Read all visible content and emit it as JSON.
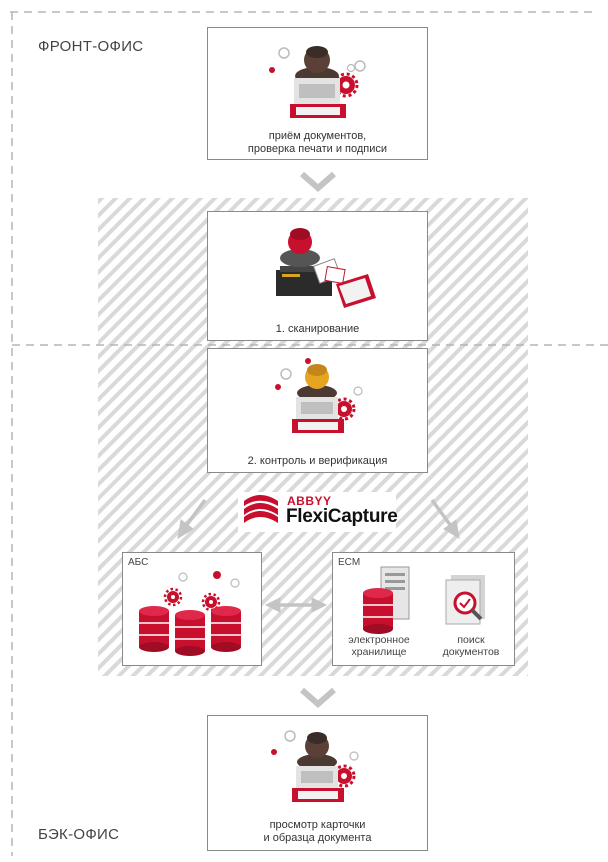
{
  "zones": {
    "front_office": "ФРОНТ-ОФИС",
    "back_office": "БЭК-ОФИС"
  },
  "steps": {
    "reception": "приём документов,\nпроверка печати и подписи",
    "scanning": "1. сканирование",
    "verification": "2. контроль и верификация",
    "review": "просмотр карточки\nи образца документа"
  },
  "logo": {
    "line1": "ABBYY",
    "line2": "FlexiCapture"
  },
  "systems": {
    "abs": "АБС",
    "ecm": "ECM",
    "storage": "электронное\nхранилище",
    "search": "поиск\nдокументов"
  },
  "colors": {
    "accent": "#c8102e",
    "arrow": "#c4c4c4",
    "dash": "#b5b5b5"
  }
}
